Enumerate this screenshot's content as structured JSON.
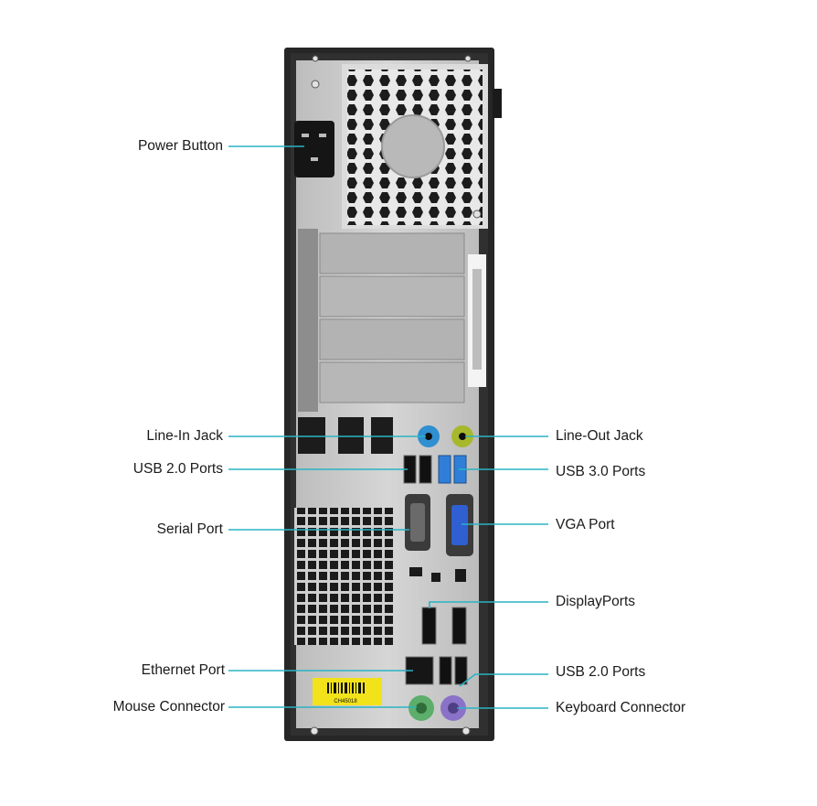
{
  "labels": {
    "power_button": "Power Button",
    "line_in_jack": "Line-In Jack",
    "usb20_ports_upper": "USB 2.0 Ports",
    "serial_port": "Serial Port",
    "ethernet_port": "Ethernet Port",
    "mouse_connector": "Mouse Connector",
    "line_out_jack": "Line-Out Jack",
    "usb30_ports": "USB 3.0 Ports",
    "vga_port": "VGA Port",
    "displayports": "DisplayPorts",
    "usb20_ports_lower": "USB 2.0 Ports",
    "keyboard_connector": "Keyboard Connector"
  },
  "sticker_text": "CH45018",
  "colors": {
    "leader_line": "#2ab3c4",
    "chassis": "#2a2a2a",
    "panel": "#c9c9c9",
    "line_in": "#2f8fd0",
    "line_out": "#a8b82c",
    "usb30": "#2f7fd8",
    "vga": "#2f5fd0",
    "mouse_ps2": "#5cae6a",
    "keyboard_ps2": "#8a72c8",
    "sticker": "#f2e21a"
  }
}
